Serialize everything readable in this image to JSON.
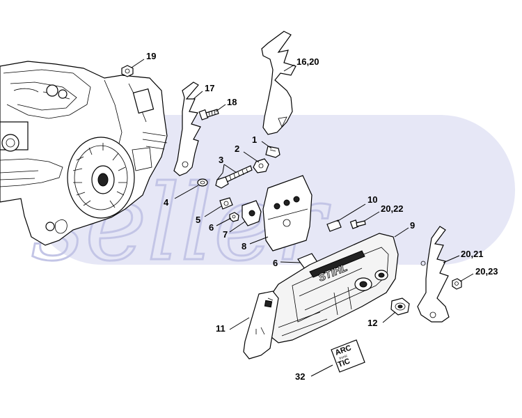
{
  "diagram": {
    "watermark_text": "seller",
    "colors": {
      "watermark_fill": "#e6e7f6",
      "watermark_stroke": "#c3c5e6",
      "line": "#000000",
      "background": "#ffffff"
    },
    "callouts": [
      {
        "id": "c19",
        "label": "19"
      },
      {
        "id": "c16",
        "label": "16,20"
      },
      {
        "id": "c17",
        "label": "17"
      },
      {
        "id": "c18",
        "label": "18"
      },
      {
        "id": "c1",
        "label": "1"
      },
      {
        "id": "c2",
        "label": "2"
      },
      {
        "id": "c3",
        "label": "3"
      },
      {
        "id": "c4",
        "label": "4"
      },
      {
        "id": "c5",
        "label": "5"
      },
      {
        "id": "c6a",
        "label": "6"
      },
      {
        "id": "c7",
        "label": "7"
      },
      {
        "id": "c8",
        "label": "8"
      },
      {
        "id": "c6b",
        "label": "6"
      },
      {
        "id": "c10",
        "label": "10"
      },
      {
        "id": "c2022",
        "label": "20,22"
      },
      {
        "id": "c9",
        "label": "9"
      },
      {
        "id": "c2021",
        "label": "20,21"
      },
      {
        "id": "c2023",
        "label": "20,23"
      },
      {
        "id": "c11",
        "label": "11"
      },
      {
        "id": "c12",
        "label": "12"
      },
      {
        "id": "c32",
        "label": "32"
      }
    ],
    "cover_brand": "STIHL",
    "sticker": {
      "line1": "ARC",
      "line2": "TIC",
      "small": "tronic"
    }
  }
}
